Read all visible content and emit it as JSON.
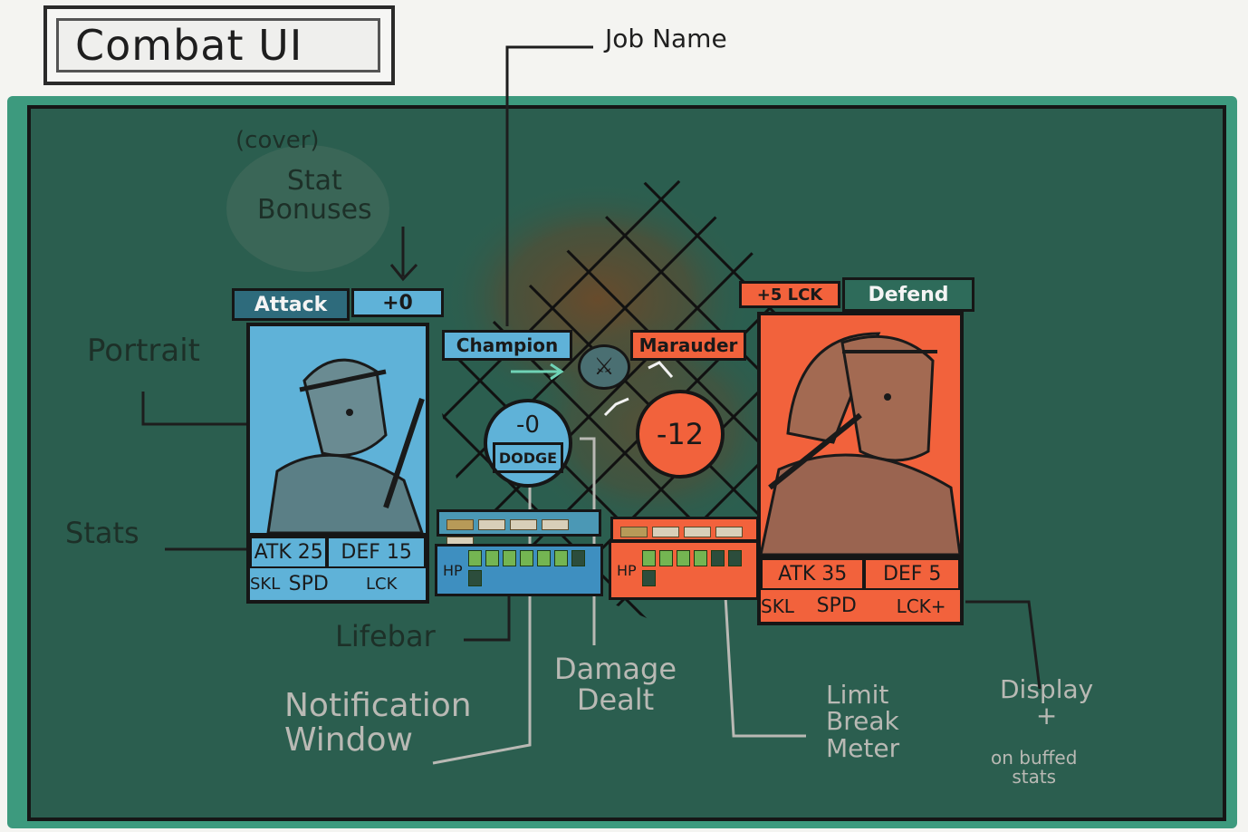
{
  "title": "Combat UI",
  "annotations": {
    "job_name": "Job Name",
    "cover": "(cover)",
    "stat_bonuses": "Stat\nBonuses",
    "portrait": "Portrait",
    "stats": "Stats",
    "lifebar": "Lifebar",
    "notification_window": "Notification\nWindow",
    "damage_dealt": "Damage\nDealt",
    "limit_break_meter": "Limit\nBreak\nMeter",
    "display_plus": "Display\n+",
    "on_buffed_stats": "on buffed\nstats"
  },
  "attacker": {
    "action_label": "Attack",
    "bonus": "+0",
    "job": "Champion",
    "stats": {
      "atk": "ATK 25",
      "def": "DEF 15",
      "skl": "SKL",
      "spd": "SPD",
      "lck": "LCK"
    },
    "hp_label": "HP",
    "hp_fraction": 0.8,
    "limit_fraction": 0.2,
    "result_value": "-0",
    "result_label": "DODGE",
    "color": "#5fb2d8"
  },
  "defender": {
    "action_label": "Defend",
    "bonus": "+5 LCK",
    "job": "Marauder",
    "stats": {
      "atk": "ATK 35",
      "def": "DEF 5",
      "skl": "SKL",
      "spd": "SPD",
      "lck": "LCK+"
    },
    "hp_label": "HP",
    "hp_fraction": 0.55,
    "limit_fraction": 0.2,
    "damage_value": "-12",
    "color": "#f2623c"
  },
  "vs_icon": "crossed-swords-icon",
  "colors": {
    "board": "#2b5e4f",
    "attacker": "#5fb2d8",
    "defender": "#f2623c",
    "outline": "#161616"
  }
}
